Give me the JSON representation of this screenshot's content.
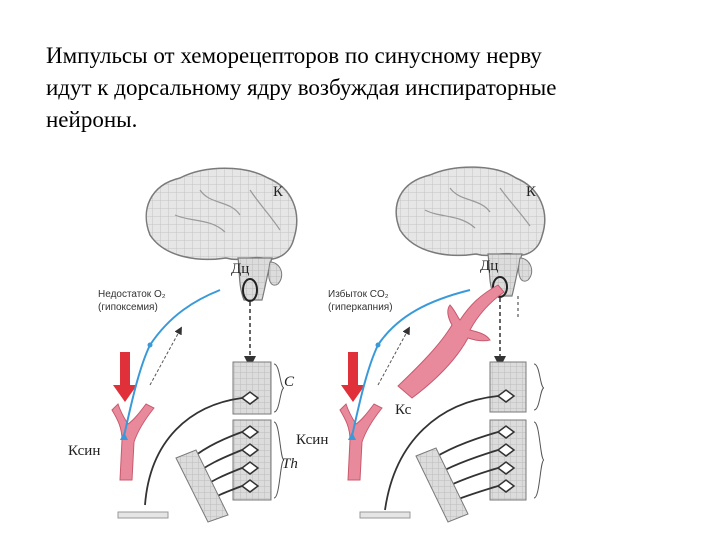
{
  "text": {
    "line1": "Импульсы от хеморецепторов по синусному нерву",
    "line2": "идут к дорсальному ядру возбуждая инспираторные",
    "line3": "нейроны."
  },
  "left_panel": {
    "label_k": "К",
    "label_dc": "Дц",
    "label_stimulus_1": "Недостаток O₂",
    "label_stimulus_2": "(гипоксемия)",
    "label_c": "C",
    "label_th": "Th",
    "label_ksin": "Ксин"
  },
  "right_panel": {
    "label_k": "К",
    "label_dc": "Дц",
    "label_stimulus_1": "Избыток CO₂",
    "label_stimulus_2": "(гиперкапния)",
    "label_kc": "Кс",
    "label_ksin": "Ксин"
  },
  "colors": {
    "nerve_blue": "#3a9ad9",
    "vessel_pink": "#e98a9c",
    "arrow_red": "#e0303a",
    "neuron_dark": "#333333"
  }
}
